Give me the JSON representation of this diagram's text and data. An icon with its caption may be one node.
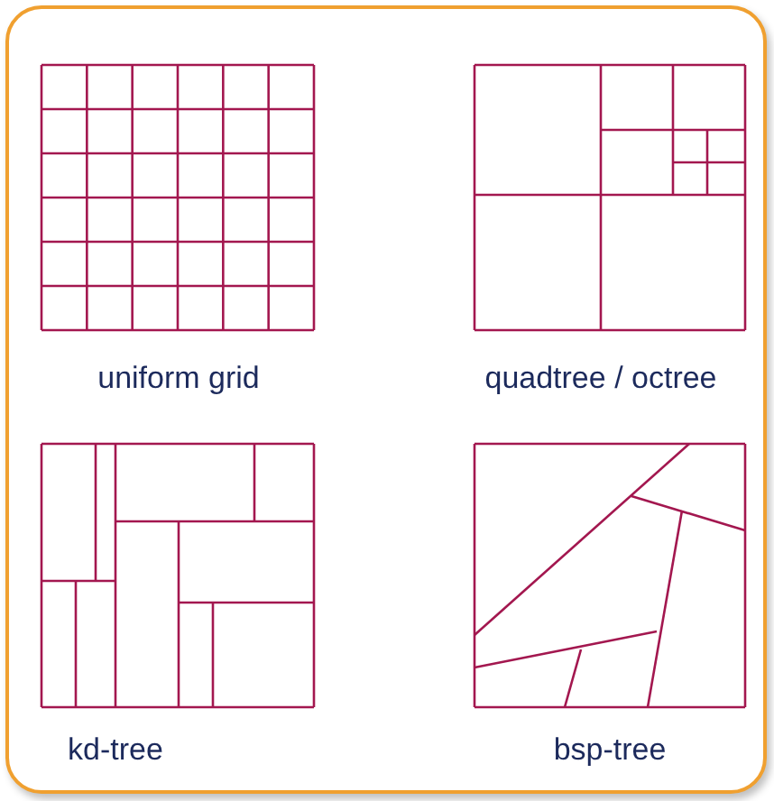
{
  "diagram": {
    "labels": [
      "uniform grid",
      "quadtree / octree",
      "kd-tree",
      "bsp-tree"
    ]
  }
}
